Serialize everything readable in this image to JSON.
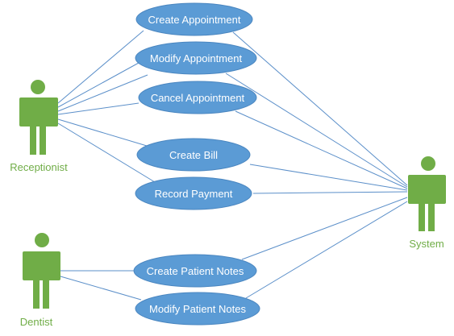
{
  "actors": {
    "receptionist": {
      "label": "Receptionist"
    },
    "system": {
      "label": "System"
    },
    "dentist": {
      "label": "Dentist"
    }
  },
  "use_cases": {
    "create_appointment": "Create Appointment",
    "modify_appointment": "Modify Appointment",
    "cancel_appointment": "Cancel Appointment",
    "create_bill": "Create Bill",
    "record_payment": "Record Payment",
    "create_patient_notes": "Create Patient Notes",
    "modify_patient_notes": "Modify Patient Notes"
  },
  "colors": {
    "actor": "#70ad47",
    "use_case_fill": "#5b9bd5",
    "use_case_text": "#ffffff",
    "association_line": "#5b8fc9"
  }
}
